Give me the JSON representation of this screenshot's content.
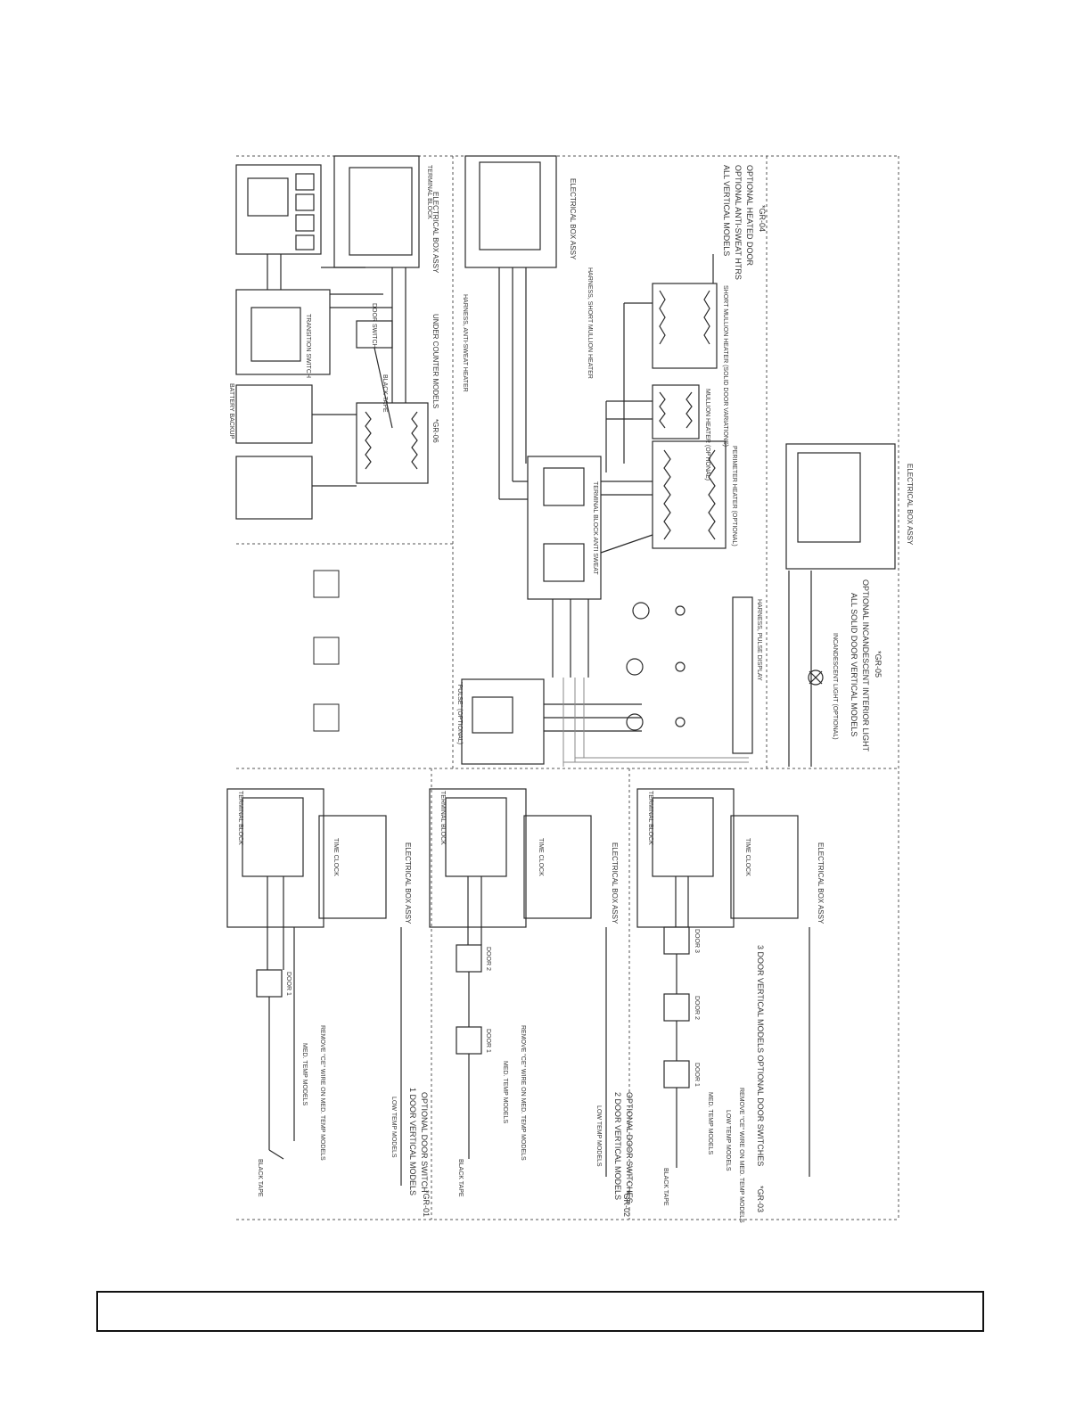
{
  "colors": {
    "line": "#2a2a2a",
    "frame": "#111111",
    "paper": "#ffffff",
    "wire_gray": "#8a8a8a"
  },
  "labels": {
    "terminal_block": "TERMINAL BLOCK",
    "electrical_box_assy": "ELECTRICAL BOX ASSY",
    "time_clock": "TIME CLOCK",
    "black_tape": "BLACK TAPE",
    "battery_backup": "BATTERY BACKUP",
    "transition_switch": "TRANSITION SWITCH",
    "door_switch": "DOOR SWITCH",
    "under_counter_models": "UNDER COUNTER MODELS",
    "pulse_optional": "\"PULSE\" (OPTIONAL)",
    "terminal_block_anti_sweat": "TERMINAL BLOCK ANTI SWEAT",
    "perimeter_heater": "PERIMETER HEATER (OPTIONAL)",
    "mullion_heater": "MULLION HEATER (OPTIONAL)",
    "short_mullion_heater": "SHORT MULLION HEATER (SOLID DOOR VARIATIONS)",
    "harness_pulse_display": "HARNESS, PULSE DISPLAY",
    "harness_anti_sweat_heater": "HARNESS, ANTI-SWEAT HEATER",
    "harness_short_mullion_heater": "HARNESS, SHORT MULLION HEATER",
    "incandescent_light": "INCANDESCENT LIGHT (OPTIONAL)",
    "door_1": "DOOR 1",
    "door_2": "DOOR 2",
    "door_3": "DOOR 3",
    "remove_ce_wire": "REMOVE \"CE\" WIRE ON MED. TEMP MODELS",
    "med_temp_models": "MED. TEMP MODELS",
    "low_temp_models": "LOW TEMP MODELS"
  },
  "sections": {
    "gr01": {
      "code": "*GR-01",
      "title": "1 DOOR    VERTICAL MODELS",
      "subtitle": "OPTIONAL DOOR SWITCH"
    },
    "gr02": {
      "code": "*GR-02",
      "title": "2 DOOR    VERTICAL MODELS",
      "subtitle": "OPTIONAL DOOR SWITCHES"
    },
    "gr03": {
      "code": "*GR-03",
      "title": "3 DOOR    VERTICAL MODELS     OPTIONAL DOOR SWITCHES",
      "subtitle": ""
    },
    "gr04": {
      "code": "*GR-04",
      "title": "ALL VERTICAL MODELS",
      "subtitle": "OPTIONAL ANTI-SWEAT HTRS",
      "subtitle2": "OPTIONAL HEATED DOOR"
    },
    "gr05": {
      "code": "*GR-05",
      "title": "ALL SOLID DOOR VERTICAL MODELS",
      "subtitle": "OPTIONAL INCANDESCENT INTERIOR LIGHT"
    },
    "gr06": {
      "code": "*GR-06",
      "title": "UNDER COUNTER MODELS"
    }
  },
  "footer": {
    "text": ""
  }
}
